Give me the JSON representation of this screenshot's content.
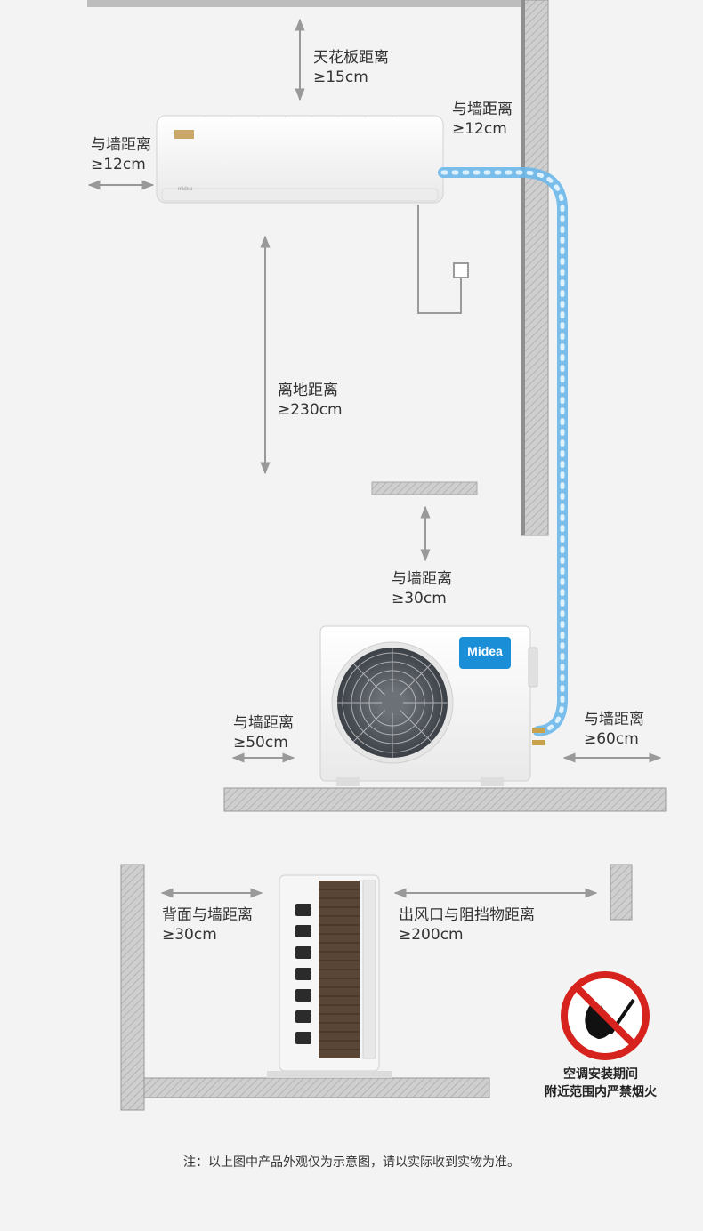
{
  "labels": {
    "ceiling": {
      "line1": "天花板距离",
      "line2": "≥15cm"
    },
    "indoor_right": {
      "line1": "与墙距离",
      "line2": "≥12cm"
    },
    "indoor_left": {
      "line1": "与墙距离",
      "line2": "≥12cm"
    },
    "floor": {
      "line1": "离地距离",
      "line2": "≥230cm"
    },
    "outdoor_top": {
      "line1": "与墙距离",
      "line2": "≥30cm"
    },
    "outdoor_left": {
      "line1": "与墙距离",
      "line2": "≥50cm"
    },
    "outdoor_right": {
      "line1": "与墙距离",
      "line2": "≥60cm"
    },
    "back": {
      "line1": "背面与墙距离",
      "line2": "≥30cm"
    },
    "outlet": {
      "line1": "出风口与阻挡物距离",
      "line2": "≥200cm"
    }
  },
  "brand": "Midea",
  "warning": {
    "line1": "空调安装期间",
    "line2": "附近范围内严禁烟火"
  },
  "note": "注：以上图中产品外观仅为示意图，请以实际收到实物为准。",
  "colors": {
    "pipe": "#6bb8ea",
    "brand_blue": "#1a8fd8",
    "wall": "#c8c8c8",
    "prohibit_red": "#d6231e",
    "arrow": "#999999"
  }
}
